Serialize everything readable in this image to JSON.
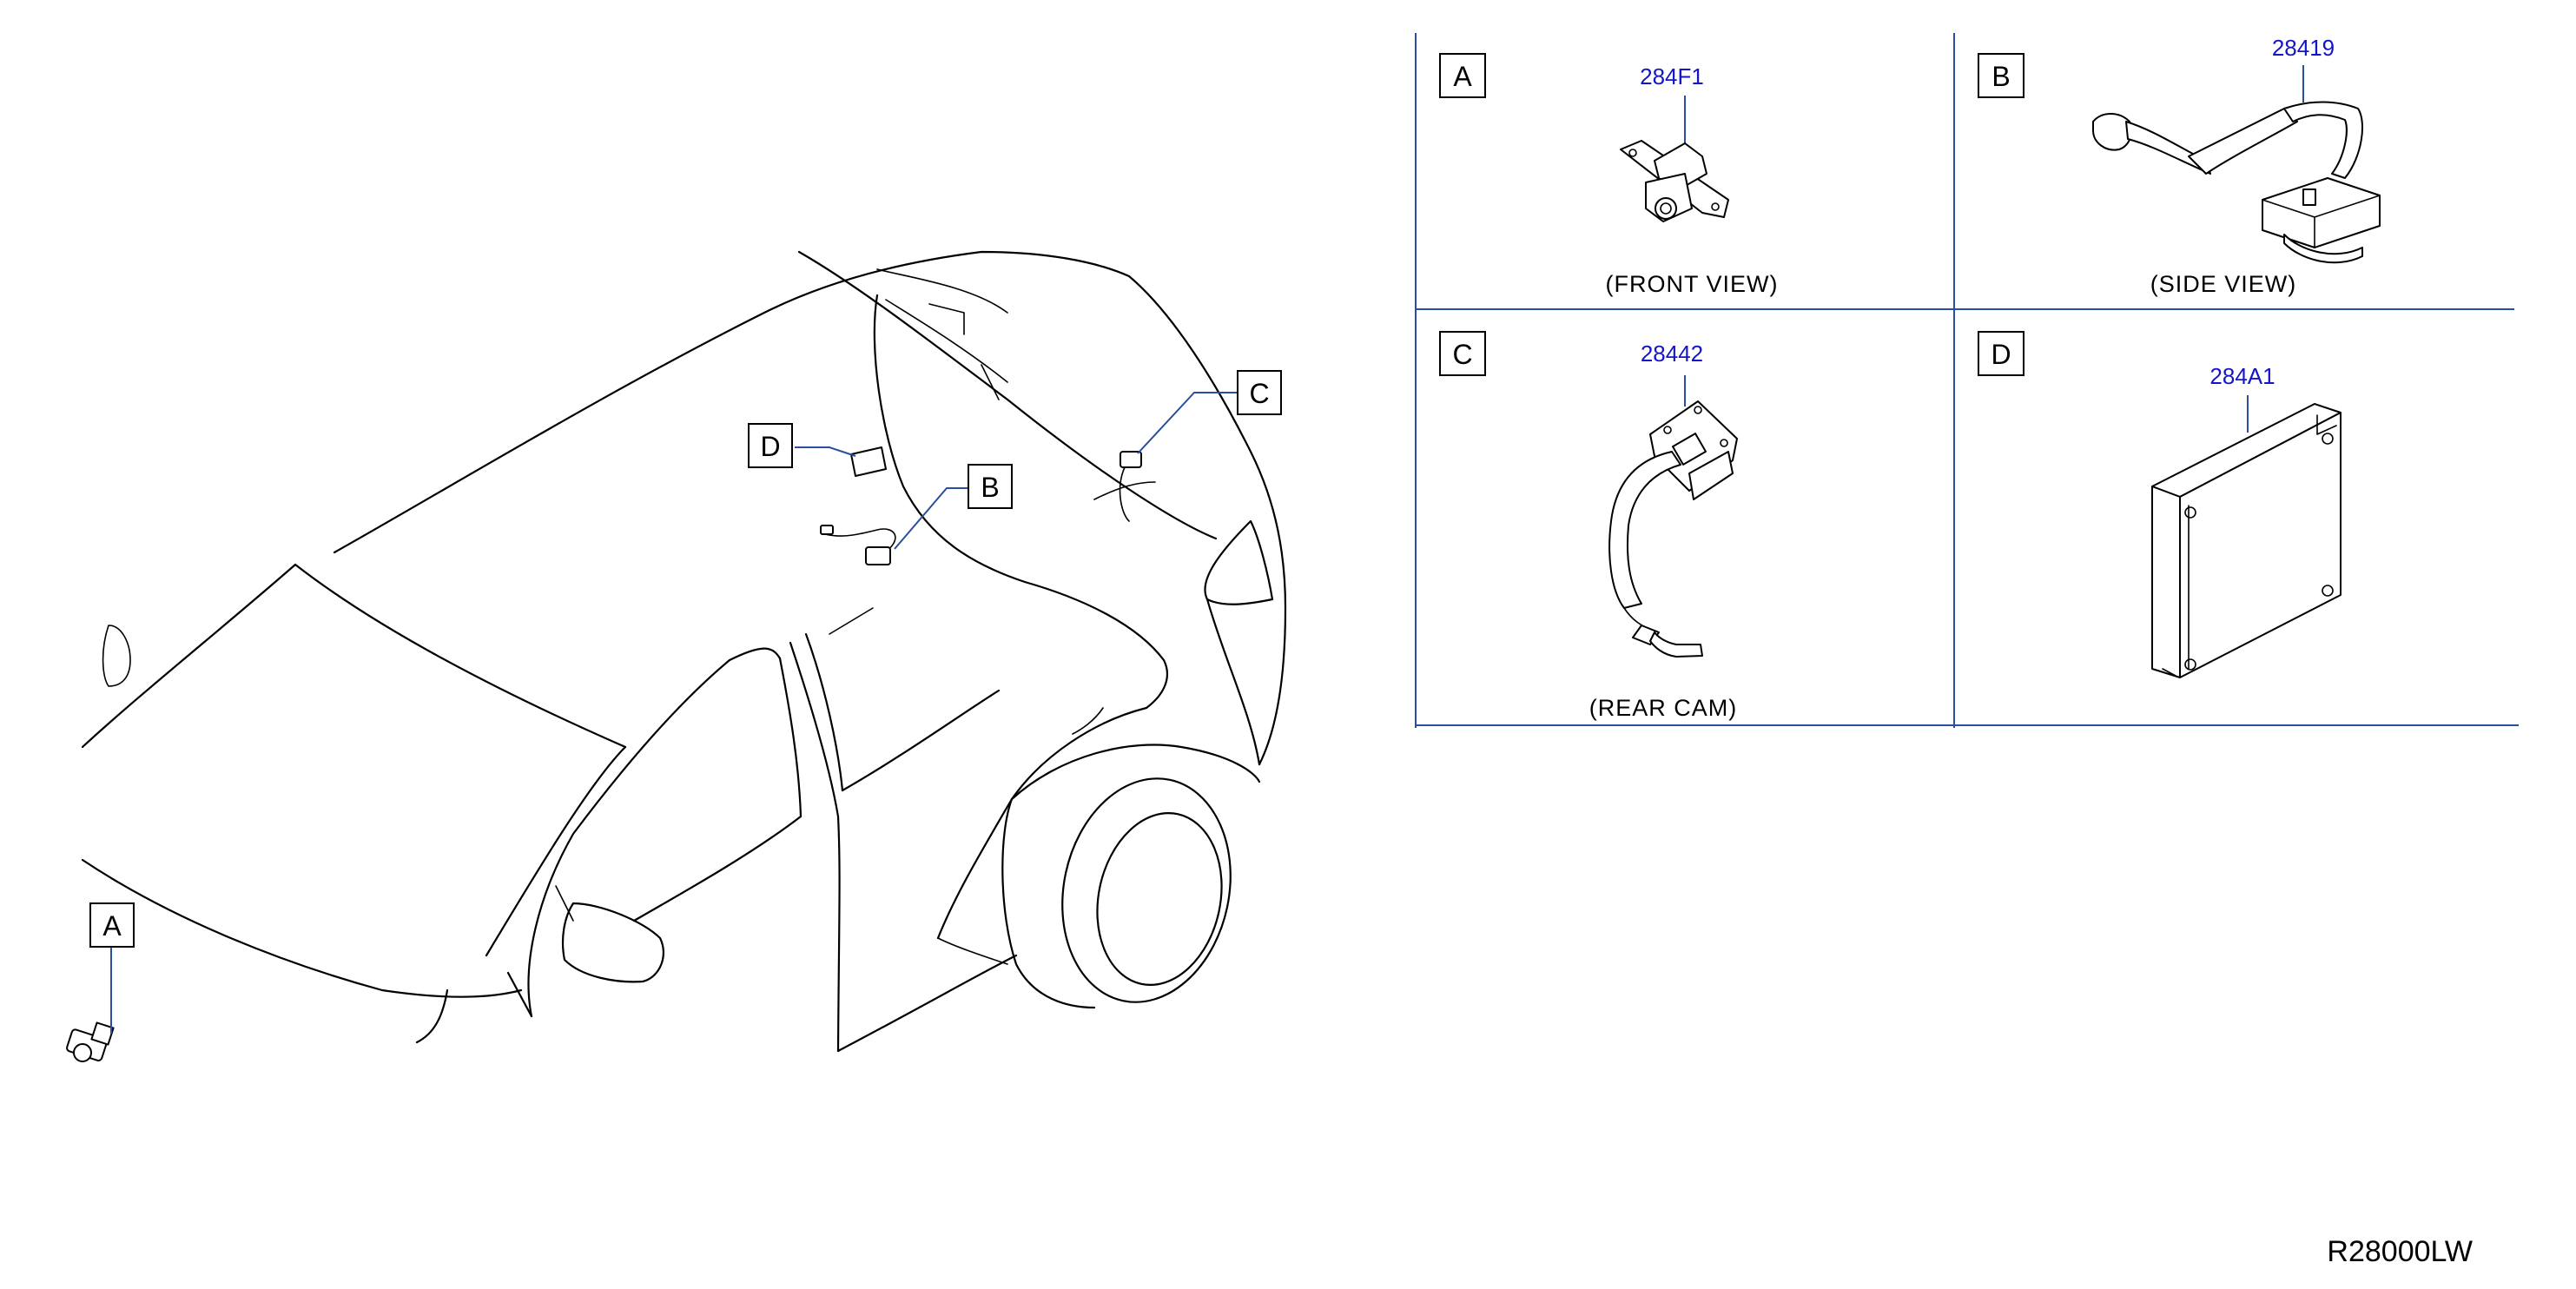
{
  "callouts": {
    "a": "A",
    "b": "B",
    "c": "C",
    "d": "D"
  },
  "panels": {
    "a": {
      "letter": "A",
      "part_number": "284F1",
      "view_label": "(FRONT   VIEW)"
    },
    "b": {
      "letter": "B",
      "part_number": "28419",
      "view_label": "(SIDE   VIEW)"
    },
    "c": {
      "letter": "C",
      "part_number": "28442",
      "view_label": "(REAR   CAM)"
    },
    "d": {
      "letter": "D",
      "part_number": "284A1"
    }
  },
  "diagram_code": "R28000LW",
  "colors": {
    "part_number_text": "#1515c8",
    "grid_lines": "#2a4fa0"
  }
}
